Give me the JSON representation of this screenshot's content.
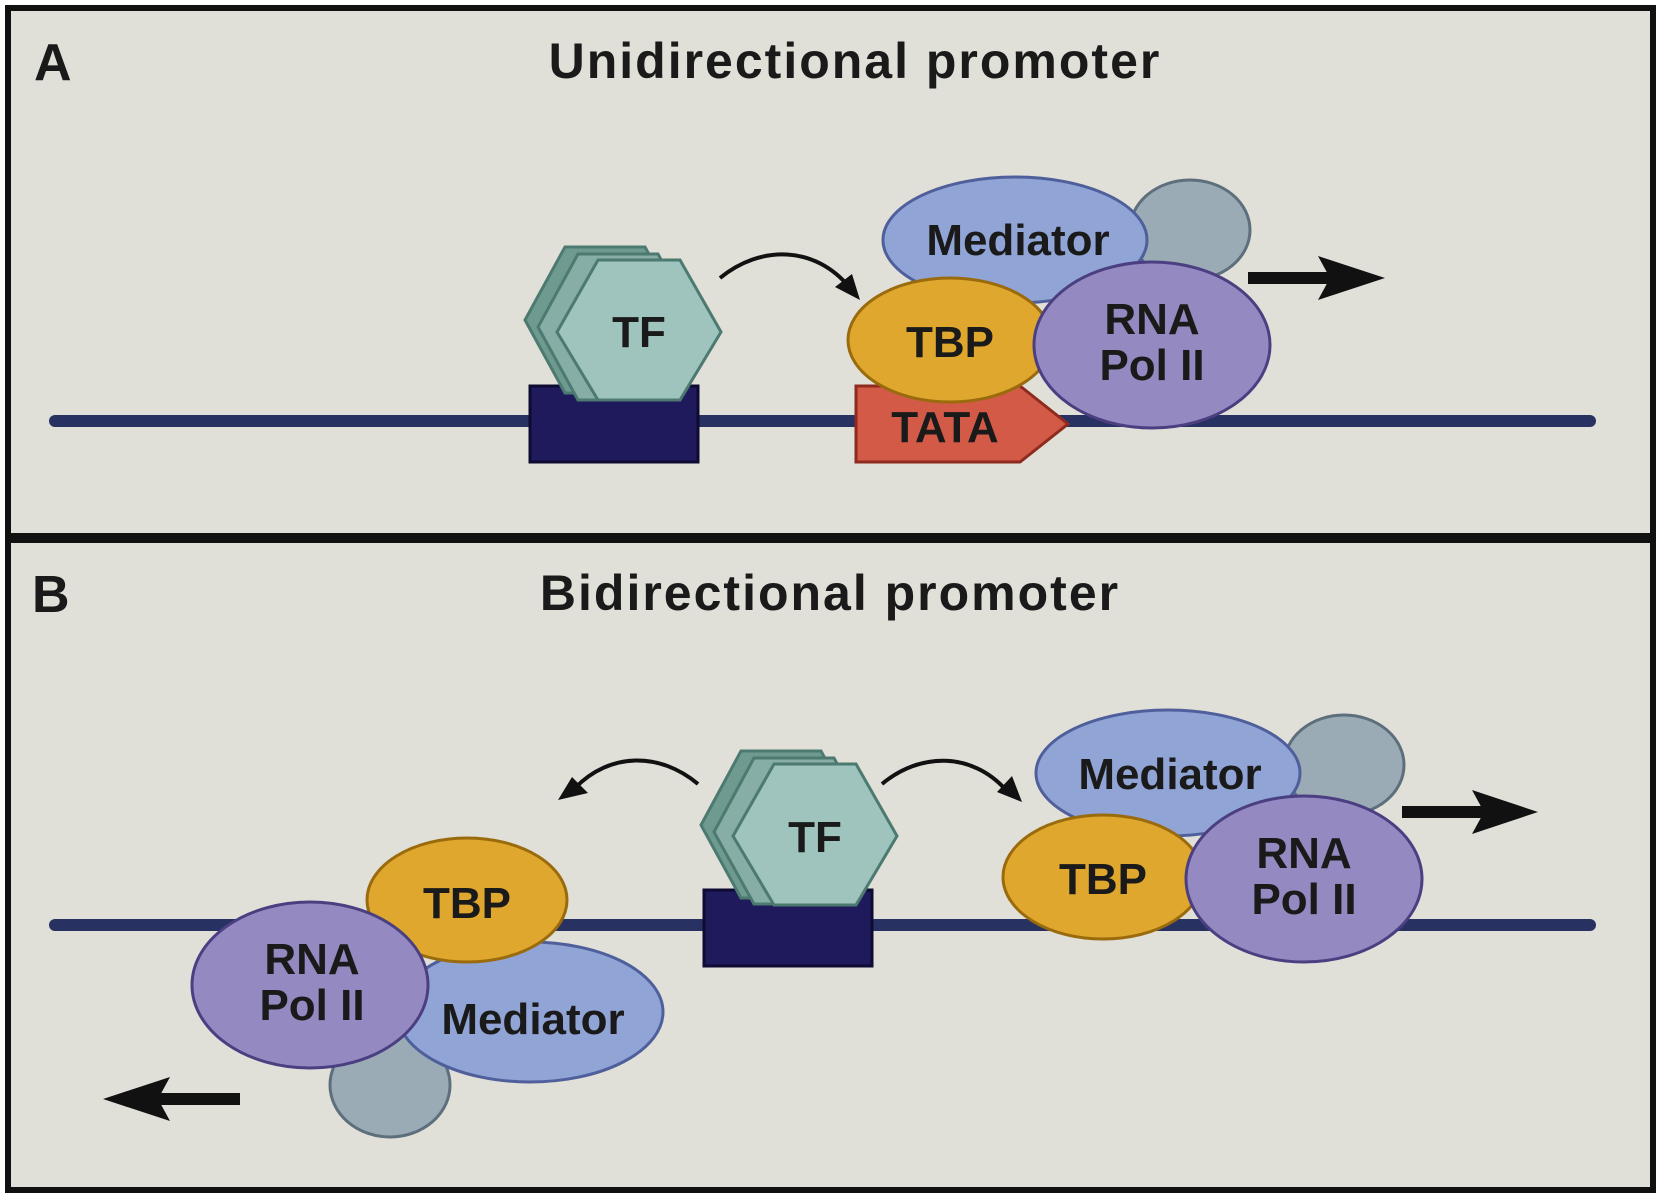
{
  "panels": {
    "a": {
      "letter": "A",
      "title": "Unidirectional promoter",
      "tf": "TF",
      "mediator": "Mediator",
      "tbp": "TBP",
      "rna_line1": "RNA",
      "rna_line2": "Pol II",
      "tata": "TATA"
    },
    "b": {
      "letter": "B",
      "title": "Bidirectional promoter",
      "tf": "TF",
      "right": {
        "mediator": "Mediator",
        "tbp": "TBP",
        "rna_line1": "RNA",
        "rna_line2": "Pol II"
      },
      "left": {
        "mediator": "Mediator",
        "tbp": "TBP",
        "rna_line1": "RNA",
        "rna_line2": "Pol II"
      }
    }
  },
  "colors": {
    "background": "#e0dfd8",
    "border": "#111111",
    "dna": "#283262",
    "binding_site": "#1f1a5c",
    "tf": "#9fc3bd",
    "tf_shadow": "#6f9a90",
    "mediator": "#91a4d6",
    "accessory": "#9aabb6",
    "tbp": "#e0a72e",
    "rna_pol_ii": "#9489c0",
    "tata": "#d45a48"
  }
}
